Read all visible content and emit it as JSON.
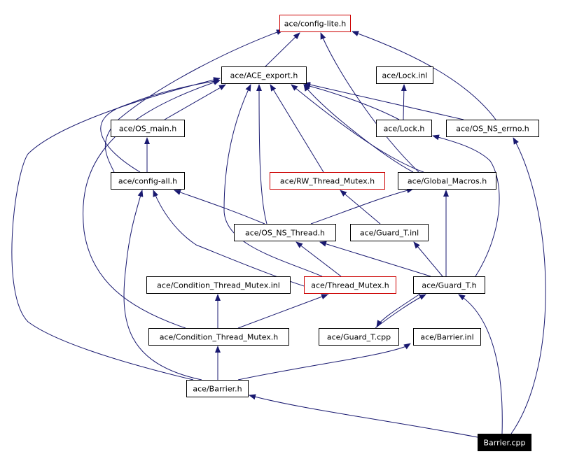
{
  "colors": {
    "edge": "#191970",
    "node_border": "#000000",
    "highlight_border": "#cc0000",
    "root_fill": "#000000",
    "root_text": "#ffffff",
    "node_fill": "#ffffff",
    "node_text": "#000000"
  },
  "nodes": [
    {
      "id": "config_lite",
      "label": "ace/config-lite.h",
      "style": "highlight"
    },
    {
      "id": "ace_export",
      "label": "ace/ACE_export.h",
      "style": "normal"
    },
    {
      "id": "lock_inl",
      "label": "ace/Lock.inl",
      "style": "normal"
    },
    {
      "id": "os_main",
      "label": "ace/OS_main.h",
      "style": "normal"
    },
    {
      "id": "lock_h",
      "label": "ace/Lock.h",
      "style": "normal"
    },
    {
      "id": "os_ns_errno",
      "label": "ace/OS_NS_errno.h",
      "style": "normal"
    },
    {
      "id": "config_all",
      "label": "ace/config-all.h",
      "style": "normal"
    },
    {
      "id": "rw_thread_mutex",
      "label": "ace/RW_Thread_Mutex.h",
      "style": "highlight"
    },
    {
      "id": "global_macros",
      "label": "ace/Global_Macros.h",
      "style": "normal"
    },
    {
      "id": "os_ns_thread",
      "label": "ace/OS_NS_Thread.h",
      "style": "normal"
    },
    {
      "id": "guard_t_inl",
      "label": "ace/Guard_T.inl",
      "style": "normal"
    },
    {
      "id": "cond_thread_mutex_inl",
      "label": "ace/Condition_Thread_Mutex.inl",
      "style": "normal"
    },
    {
      "id": "thread_mutex",
      "label": "ace/Thread_Mutex.h",
      "style": "highlight"
    },
    {
      "id": "guard_t_h",
      "label": "ace/Guard_T.h",
      "style": "normal"
    },
    {
      "id": "cond_thread_mutex_h",
      "label": "ace/Condition_Thread_Mutex.h",
      "style": "normal"
    },
    {
      "id": "guard_t_cpp",
      "label": "ace/Guard_T.cpp",
      "style": "normal"
    },
    {
      "id": "barrier_inl",
      "label": "ace/Barrier.inl",
      "style": "normal"
    },
    {
      "id": "barrier_h",
      "label": "ace/Barrier.h",
      "style": "normal"
    },
    {
      "id": "barrier_cpp",
      "label": "Barrier.cpp",
      "style": "root"
    }
  ]
}
